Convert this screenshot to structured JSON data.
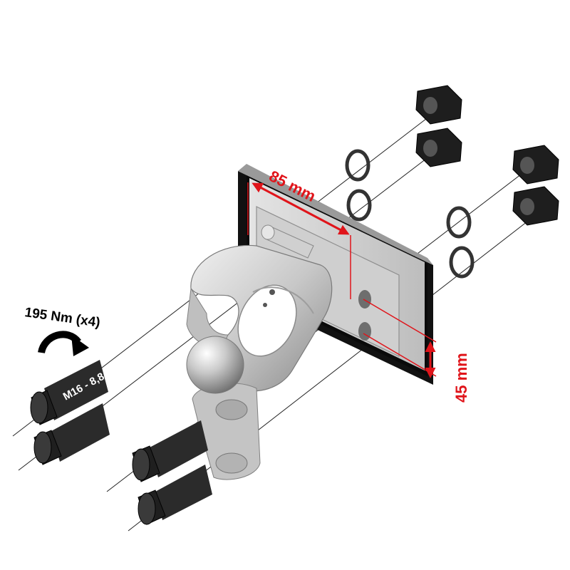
{
  "labels": {
    "torque": "195 Nm (x4)",
    "bolt_spec": "M16 - 8,8",
    "width_dim": "85 mm",
    "height_dim": "45 mm"
  },
  "colors": {
    "dimension": "#e0141a",
    "metal_light": "#d9d9d9",
    "metal_mid": "#bcbcbc",
    "metal_dark": "#8e8e8e",
    "hardware": "#2a2a2a",
    "plate_edge": "#111111"
  }
}
